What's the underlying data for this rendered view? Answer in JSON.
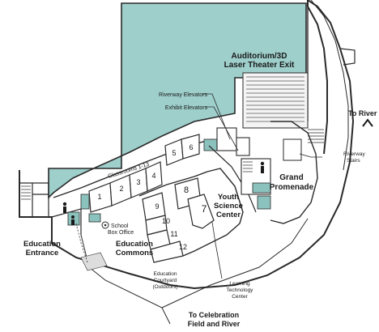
{
  "colors": {
    "theater": "#9ecfcb",
    "teal": "#8cc2bd",
    "wall": "#2a2a2a",
    "background": "#ffffff"
  },
  "map": {
    "auditorium": [
      "Auditorium/3D",
      "Laser Theater Exit"
    ],
    "to_river": "To River",
    "riverway_stairs": [
      "Riverway",
      "Stairs"
    ],
    "riverway_elevators": "Riverway Elevators",
    "exhibit_elevators": "Exhibit Elevators",
    "grand_promenade": [
      "Grand",
      "Promenade"
    ],
    "classrooms": "Classrooms 1-13",
    "youth_science_center": [
      "Youth",
      "Science",
      "Center"
    ],
    "school_box_office": [
      "School",
      "Box Office"
    ],
    "education_entrance": [
      "Education",
      "Entrance"
    ],
    "education_commons": [
      "Education",
      "Commons"
    ],
    "education_courtyard": [
      "Education",
      "Courtyard",
      "(Outdoors)"
    ],
    "learning_technology_center": [
      "Learning",
      "Technology",
      "Center"
    ],
    "to_celebration": [
      "To Celebration",
      "Field and River"
    ],
    "room_numbers": [
      "1",
      "2",
      "3",
      "4",
      "5",
      "6",
      "7",
      "8",
      "9",
      "10",
      "11",
      "12"
    ]
  }
}
